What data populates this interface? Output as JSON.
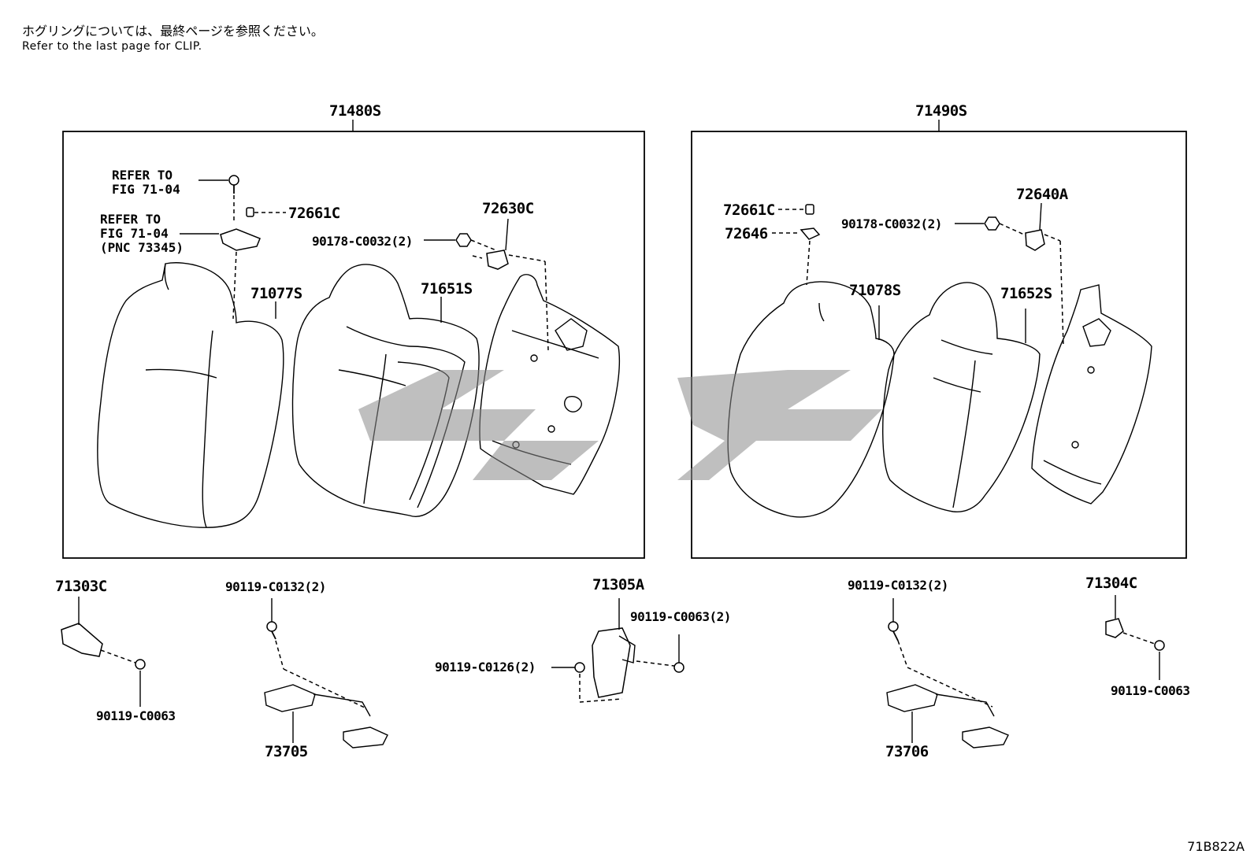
{
  "notes": {
    "japanese": "ホグリングについては、最終ページを参照ください。",
    "english": "Refer to the last page for CLIP."
  },
  "groups": {
    "left": "71480S",
    "right": "71490S"
  },
  "refer": {
    "upper": "REFER TO\nFIG 71-04",
    "lower": "REFER TO\nFIG 71-04\n(PNC 73345)"
  },
  "parts": {
    "p72661c_left": "72661C",
    "p72630c": "72630C",
    "p90178_left": "90178-C0032(2)",
    "p71077s": "71077S",
    "p71651s": "71651S",
    "p72661c_right": "72661C",
    "p72646": "72646",
    "p90178_right": "90178-C0032(2)",
    "p72640a": "72640A",
    "p71078s": "71078S",
    "p71652s": "71652S",
    "p71303c": "71303C",
    "p90119_c0063_left": "90119-C0063",
    "p90119_c0132_left": "90119-C0132(2)",
    "p73705": "73705",
    "p71305a": "71305A",
    "p90119_c0063_2": "90119-C0063(2)",
    "p90119_c0126": "90119-C0126(2)",
    "p90119_c0132_right": "90119-C0132(2)",
    "p73706": "73706",
    "p71304c": "71304C",
    "p90119_c0063_right": "90119-C0063"
  },
  "figure_code": "71B822A",
  "icons": {
    "watermark": "brand-watermark"
  }
}
